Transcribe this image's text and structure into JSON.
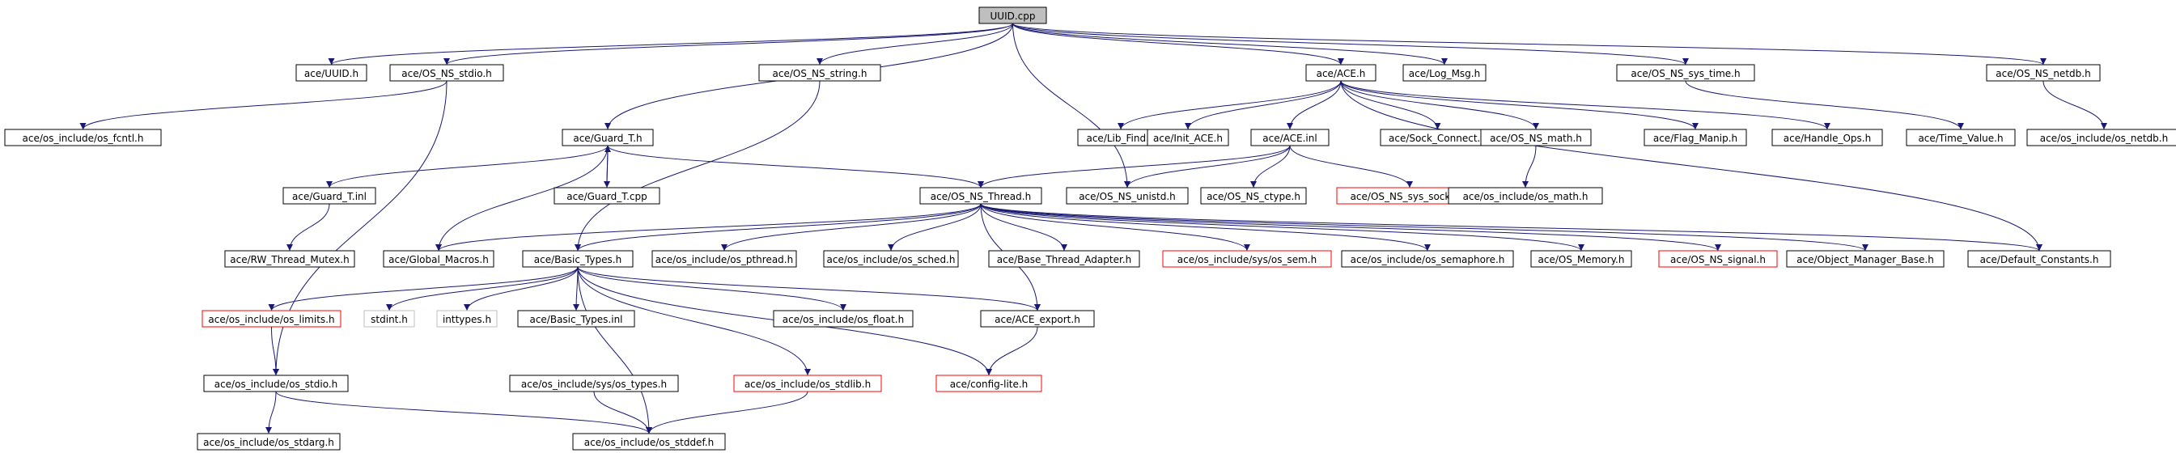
{
  "colors": {
    "edge": "#191970",
    "root_fill": "#bfbfbf",
    "missing_border": "#ff0000",
    "external_border": "#bfbfbf"
  },
  "nodes": [
    {
      "id": "uuid_cpp",
      "label": "UUID.cpp",
      "style": "root"
    },
    {
      "id": "uuid_h",
      "label": "ace/UUID.h"
    },
    {
      "id": "os_ns_stdio",
      "label": "ace/OS_NS_stdio.h"
    },
    {
      "id": "os_ns_string",
      "label": "ace/OS_NS_string.h"
    },
    {
      "id": "ace_h",
      "label": "ace/ACE.h"
    },
    {
      "id": "log_msg",
      "label": "ace/Log_Msg.h"
    },
    {
      "id": "os_ns_sys_time",
      "label": "ace/OS_NS_sys_time.h"
    },
    {
      "id": "os_ns_netdb",
      "label": "ace/OS_NS_netdb.h"
    },
    {
      "id": "os_fcntl",
      "label": "ace/os_include/os_fcntl.h"
    },
    {
      "id": "guard_t_h",
      "label": "ace/Guard_T.h"
    },
    {
      "id": "lib_find",
      "label": "ace/Lib_Find.h"
    },
    {
      "id": "init_ace",
      "label": "ace/Init_ACE.h"
    },
    {
      "id": "ace_inl",
      "label": "ace/ACE.inl"
    },
    {
      "id": "sock_connect",
      "label": "ace/Sock_Connect.h"
    },
    {
      "id": "os_ns_math",
      "label": "ace/OS_NS_math.h"
    },
    {
      "id": "flag_manip",
      "label": "ace/Flag_Manip.h"
    },
    {
      "id": "handle_ops",
      "label": "ace/Handle_Ops.h"
    },
    {
      "id": "time_value",
      "label": "ace/Time_Value.h"
    },
    {
      "id": "os_netdb",
      "label": "ace/os_include/os_netdb.h"
    },
    {
      "id": "guard_t_inl",
      "label": "ace/Guard_T.inl"
    },
    {
      "id": "guard_t_cpp",
      "label": "ace/Guard_T.cpp"
    },
    {
      "id": "os_ns_thread",
      "label": "ace/OS_NS_Thread.h"
    },
    {
      "id": "os_ns_unistd",
      "label": "ace/OS_NS_unistd.h"
    },
    {
      "id": "os_ns_ctype",
      "label": "ace/OS_NS_ctype.h"
    },
    {
      "id": "os_ns_sys_socket",
      "label": "ace/OS_NS_sys_socket.h",
      "style": "red"
    },
    {
      "id": "os_math",
      "label": "ace/os_include/os_math.h"
    },
    {
      "id": "rw_thread_mutex",
      "label": "ace/RW_Thread_Mutex.h"
    },
    {
      "id": "global_macros",
      "label": "ace/Global_Macros.h"
    },
    {
      "id": "basic_types_h",
      "label": "ace/Basic_Types.h"
    },
    {
      "id": "os_pthread",
      "label": "ace/os_include/os_pthread.h"
    },
    {
      "id": "os_sched",
      "label": "ace/os_include/os_sched.h"
    },
    {
      "id": "base_thread_adapter",
      "label": "ace/Base_Thread_Adapter.h"
    },
    {
      "id": "os_sem",
      "label": "ace/os_include/sys/os_sem.h",
      "style": "red"
    },
    {
      "id": "os_semaphore",
      "label": "ace/os_include/os_semaphore.h"
    },
    {
      "id": "os_memory",
      "label": "ace/OS_Memory.h"
    },
    {
      "id": "os_ns_signal",
      "label": "ace/OS_NS_signal.h",
      "style": "red"
    },
    {
      "id": "object_manager_base",
      "label": "ace/Object_Manager_Base.h"
    },
    {
      "id": "default_constants",
      "label": "ace/Default_Constants.h"
    },
    {
      "id": "os_limits",
      "label": "ace/os_include/os_limits.h",
      "style": "red"
    },
    {
      "id": "stdint",
      "label": "stdint.h",
      "style": "grey"
    },
    {
      "id": "inttypes",
      "label": "inttypes.h",
      "style": "grey"
    },
    {
      "id": "basic_types_inl",
      "label": "ace/Basic_Types.inl"
    },
    {
      "id": "os_float",
      "label": "ace/os_include/os_float.h"
    },
    {
      "id": "ace_export",
      "label": "ace/ACE_export.h"
    },
    {
      "id": "os_stdio",
      "label": "ace/os_include/os_stdio.h"
    },
    {
      "id": "os_types",
      "label": "ace/os_include/sys/os_types.h"
    },
    {
      "id": "os_stdlib",
      "label": "ace/os_include/os_stdlib.h",
      "style": "red"
    },
    {
      "id": "config_lite",
      "label": "ace/config-lite.h",
      "style": "red"
    },
    {
      "id": "os_stdarg",
      "label": "ace/os_include/os_stdarg.h"
    },
    {
      "id": "os_stddef",
      "label": "ace/os_include/os_stddef.h"
    }
  ],
  "edges": [
    [
      "uuid_cpp",
      "uuid_h"
    ],
    [
      "uuid_cpp",
      "os_ns_stdio"
    ],
    [
      "uuid_cpp",
      "os_ns_string"
    ],
    [
      "uuid_cpp",
      "ace_h"
    ],
    [
      "uuid_cpp",
      "log_msg"
    ],
    [
      "uuid_cpp",
      "os_ns_sys_time"
    ],
    [
      "uuid_cpp",
      "os_ns_netdb"
    ],
    [
      "uuid_cpp",
      "guard_t_h"
    ],
    [
      "uuid_cpp",
      "os_ns_unistd"
    ],
    [
      "os_ns_stdio",
      "os_fcntl"
    ],
    [
      "os_ns_stdio",
      "os_stdio"
    ],
    [
      "os_ns_string",
      "basic_types_h"
    ],
    [
      "ace_h",
      "lib_find"
    ],
    [
      "ace_h",
      "init_ace"
    ],
    [
      "ace_h",
      "ace_inl"
    ],
    [
      "ace_h",
      "sock_connect"
    ],
    [
      "ace_h",
      "os_ns_math"
    ],
    [
      "ace_h",
      "flag_manip"
    ],
    [
      "ace_h",
      "handle_ops"
    ],
    [
      "ace_h",
      "default_constants"
    ],
    [
      "os_ns_sys_time",
      "time_value"
    ],
    [
      "os_ns_netdb",
      "os_netdb"
    ],
    [
      "guard_t_h",
      "guard_t_inl"
    ],
    [
      "guard_t_h",
      "guard_t_cpp"
    ],
    [
      "guard_t_cpp",
      "guard_t_h"
    ],
    [
      "guard_t_h",
      "os_ns_thread"
    ],
    [
      "guard_t_h",
      "global_macros"
    ],
    [
      "guard_t_inl",
      "rw_thread_mutex"
    ],
    [
      "ace_inl",
      "os_ns_thread"
    ],
    [
      "ace_inl",
      "os_ns_unistd"
    ],
    [
      "ace_inl",
      "os_ns_ctype"
    ],
    [
      "ace_inl",
      "os_ns_sys_socket"
    ],
    [
      "os_ns_math",
      "os_math"
    ],
    [
      "os_ns_thread",
      "global_macros"
    ],
    [
      "os_ns_thread",
      "basic_types_h"
    ],
    [
      "os_ns_thread",
      "os_pthread"
    ],
    [
      "os_ns_thread",
      "os_sched"
    ],
    [
      "os_ns_thread",
      "base_thread_adapter"
    ],
    [
      "os_ns_thread",
      "os_sem"
    ],
    [
      "os_ns_thread",
      "os_semaphore"
    ],
    [
      "os_ns_thread",
      "os_memory"
    ],
    [
      "os_ns_thread",
      "os_ns_signal"
    ],
    [
      "os_ns_thread",
      "object_manager_base"
    ],
    [
      "os_ns_thread",
      "default_constants"
    ],
    [
      "os_ns_thread",
      "ace_export"
    ],
    [
      "basic_types_h",
      "os_limits"
    ],
    [
      "basic_types_h",
      "stdint"
    ],
    [
      "basic_types_h",
      "inttypes"
    ],
    [
      "basic_types_h",
      "basic_types_inl"
    ],
    [
      "basic_types_h",
      "os_float"
    ],
    [
      "basic_types_h",
      "ace_export"
    ],
    [
      "basic_types_h",
      "os_stdlib"
    ],
    [
      "basic_types_h",
      "os_stddef"
    ],
    [
      "basic_types_h",
      "config_lite"
    ],
    [
      "os_limits",
      "os_stdio"
    ],
    [
      "os_types",
      "os_stddef"
    ],
    [
      "os_stdlib",
      "os_stddef"
    ],
    [
      "ace_export",
      "config_lite"
    ],
    [
      "os_stdio",
      "os_stdarg"
    ],
    [
      "os_stdio",
      "os_stddef"
    ]
  ]
}
